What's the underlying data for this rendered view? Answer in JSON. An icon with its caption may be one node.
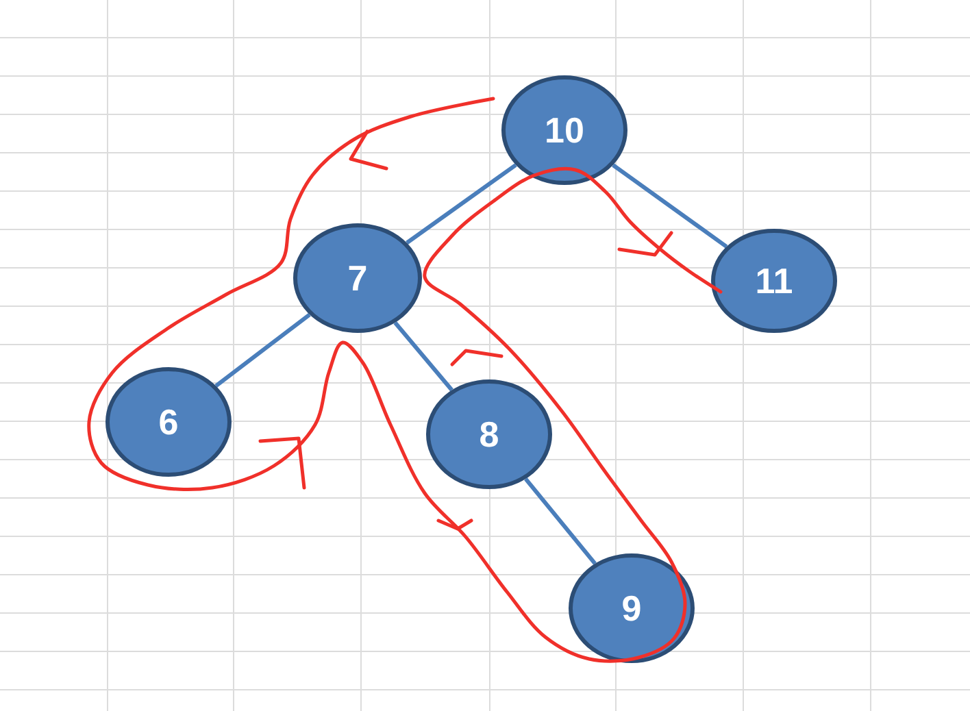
{
  "diagram": {
    "nodes": [
      {
        "text": [
          "10"
        ]
      },
      {
        "text": [
          "7"
        ]
      },
      {
        "text": [
          "11"
        ]
      },
      {
        "text": [
          "6"
        ]
      },
      {
        "text": [
          "8"
        ]
      },
      {
        "text": [
          "9"
        ]
      }
    ],
    "edges": [
      {
        "from": 0,
        "to": 1,
        "arrow": "none"
      },
      {
        "from": 0,
        "to": 2,
        "arrow": "none"
      },
      {
        "from": 1,
        "to": 3,
        "arrow": "none"
      },
      {
        "from": 1,
        "to": 4,
        "arrow": "none"
      },
      {
        "from": 4,
        "to": 5,
        "arrow": "none"
      }
    ]
  }
}
